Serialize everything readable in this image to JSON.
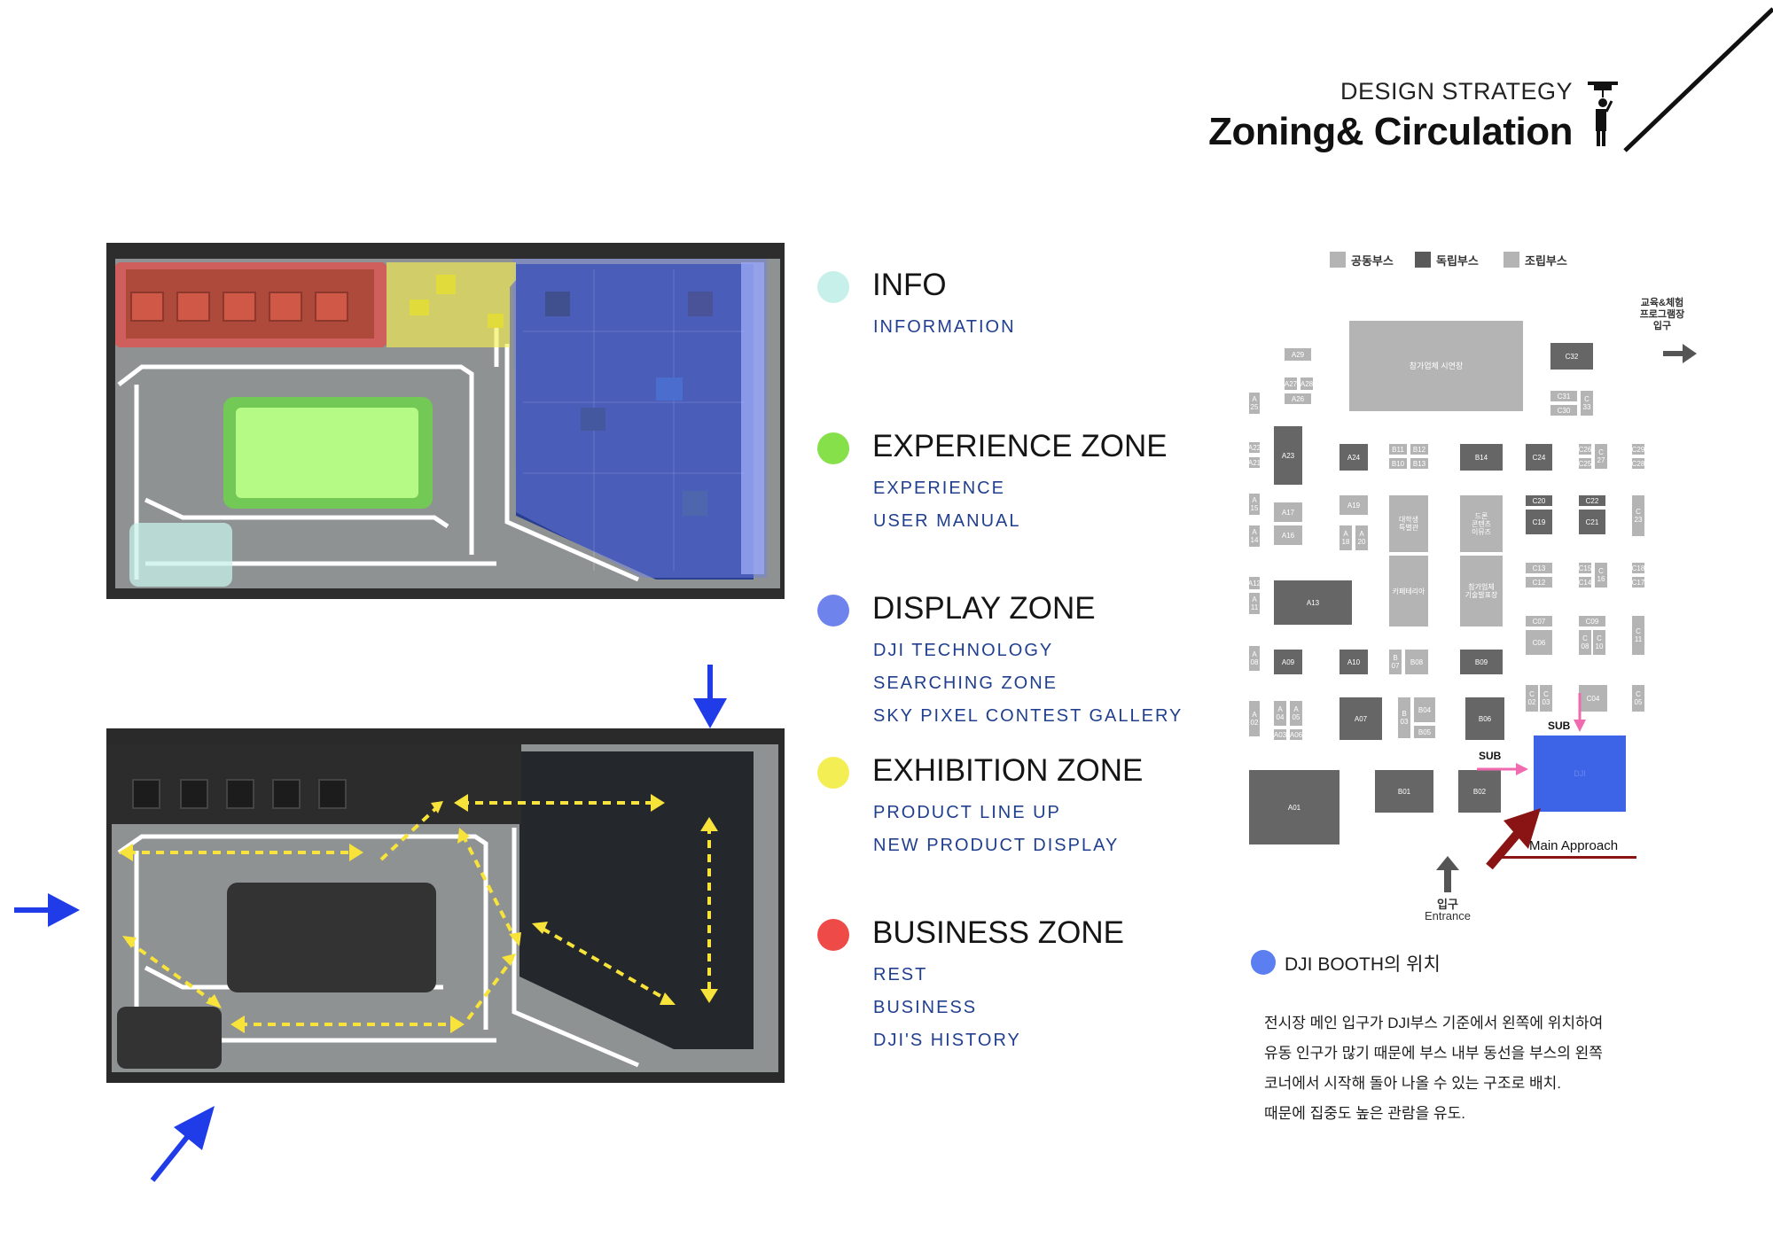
{
  "header": {
    "subtitle": "DESIGN STRATEGY",
    "title": "Zoning& Circulation"
  },
  "zones": [
    {
      "name": "INFO",
      "color": "#c7f0ea",
      "items": [
        "INFORMATION"
      ]
    },
    {
      "name": "EXPERIENCE ZONE",
      "color": "#86e04a",
      "items": [
        "EXPERIENCE",
        "USER MANUAL"
      ]
    },
    {
      "name": "DISPLAY ZONE",
      "color": "#6f83ec",
      "items": [
        "DJI TECHNOLOGY",
        "SEARCHING ZONE",
        "SKY PIXEL CONTEST GALLERY"
      ]
    },
    {
      "name": "EXHIBITION ZONE",
      "color": "#f4ee55",
      "items": [
        "PRODUCT LINE UP",
        "NEW PRODUCT DISPLAY"
      ]
    },
    {
      "name": "BUSINESS ZONE",
      "color": "#ee4b48",
      "items": [
        "REST",
        "BUSINESS",
        "DJI'S HISTORY"
      ]
    }
  ],
  "site_map": {
    "legend": [
      "공동부스",
      "독립부스",
      "조립부스"
    ],
    "program_entrance": "교육&체험\n프로그램장\n입구",
    "demo_hall": "참가업체 시연장",
    "sub_label_top": "SUB",
    "sub_label_left": "SUB",
    "dji_booth_label": "DJI",
    "main_approach": "Main Approach",
    "entrance_kr": "입구",
    "entrance_en": "Entrance",
    "booths": {
      "A29": "A29",
      "A27": "A27",
      "A28": "A28",
      "A26": "A26",
      "A25": "A\n25",
      "A22": "A22",
      "A21": "A21",
      "A23": "A23",
      "A24": "A24",
      "B11": "B11",
      "B12": "B12",
      "B10": "B10",
      "B13": "B13",
      "B14": "B14",
      "C24": "C24",
      "C26": "C26",
      "C27": "C\n27",
      "C25": "C25",
      "C29": "C29",
      "C28": "C28",
      "C32": "C32",
      "C31": "C31",
      "C30": "C30",
      "C33": "C\n33",
      "A15": "A\n15",
      "A14": "A\n14",
      "A17": "A17",
      "A16": "A16",
      "A19": "A19",
      "A18": "A\n18",
      "A20": "A\n20",
      "univ": "대학생\n특별관",
      "drone": "드론\n콘텐츠\n이뮤즈",
      "cafe": "카페테리아",
      "tech": "참가업체\n기술발표장",
      "C20": "C20",
      "C19": "C19",
      "C22": "C22",
      "C21": "C21",
      "C23": "C\n23",
      "A12": "A12",
      "A11": "A\n11",
      "A13": "A13",
      "C13": "C13",
      "C12": "C12",
      "C15": "C15",
      "C14": "C14",
      "C16": "C\n16",
      "C18": "C18",
      "C17": "C17",
      "C07": "C07",
      "C06": "C06",
      "C09": "C09",
      "C08": "C\n08",
      "C10": "C\n10",
      "C11": "C\n11",
      "A08": "A\n08",
      "A09": "A09",
      "A10": "A10",
      "B07": "B\n07",
      "B08": "B08",
      "B09": "B09",
      "A02": "A\n02",
      "A04": "A\n04",
      "A05": "A\n05",
      "A03": "A03",
      "A06": "A06",
      "A07": "A07",
      "B03": "B\n03",
      "B04": "B04",
      "B05": "B05",
      "B06": "B06",
      "C02": "C\n02",
      "C03": "C\n03",
      "C04": "C04",
      "C05": "C\n05",
      "A01": "A01",
      "B01": "B01",
      "B02": "B02"
    }
  },
  "dji_location": "DJI BOOTH의 위치",
  "note_lines": [
    "전시장 메인 입구가 DJI부스 기준에서 왼쪽에 위치하여",
    "유동 인구가 많기 때문에 부스 내부 동선을 부스의 왼쪽",
    "코너에서 시작해 돌아 나올 수 있는 구조로 배치.",
    "때문에 집중도 높은 관람을 유도."
  ],
  "colors": {
    "brand_blue": "#3d63e6",
    "booth_light": "#b4b4b4",
    "booth_dark": "#666666",
    "arrow_blue": "#1f3ce8",
    "flow_yellow": "#f8e33a",
    "approach_red": "#8a1414"
  }
}
